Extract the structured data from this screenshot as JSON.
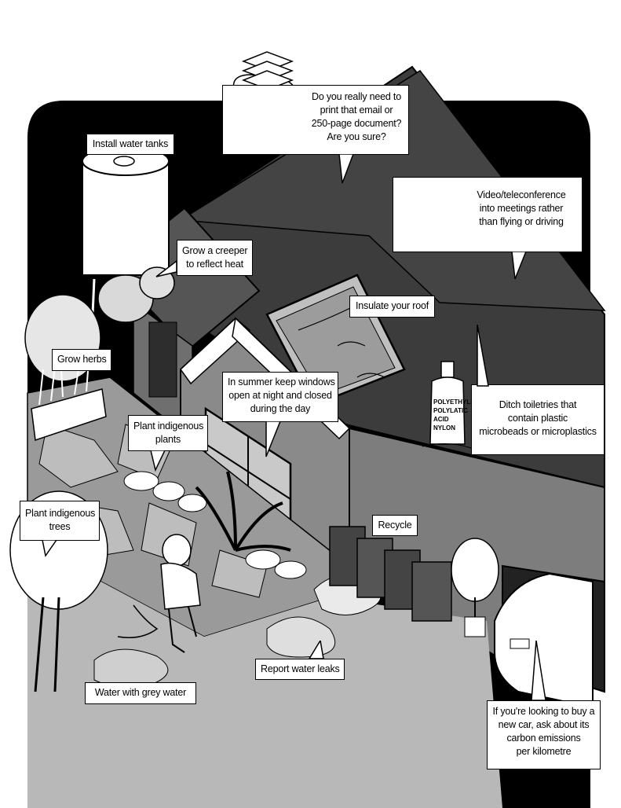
{
  "callouts": {
    "print": [
      "Do you really need to",
      "print that email or",
      "250-page document?",
      "Are you sure?"
    ],
    "water_tanks": [
      "Install water tanks"
    ],
    "teleconference": [
      "Video/teleconference",
      "into meetings rather",
      "than flying or driving"
    ],
    "creeper": [
      "Grow a creeper",
      "to reflect heat"
    ],
    "roof": [
      "Insulate your roof"
    ],
    "herbs": [
      "Grow herbs"
    ],
    "windows": [
      "In summer keep windows",
      "open at night and closed",
      "during the day"
    ],
    "toiletries": [
      "Ditch toiletries that",
      "contain plastic",
      "microbeads or microplastics"
    ],
    "indigenous_plants": [
      "Plant indigenous",
      "plants"
    ],
    "indigenous_trees": [
      "Plant indigenous",
      "trees"
    ],
    "recycle": [
      "Recycle"
    ],
    "grey_water": [
      "Water with grey water"
    ],
    "water_leaks": [
      "Report water leaks"
    ],
    "car": [
      "If you're looking to buy a",
      "new car, ask about its",
      "carbon emissions",
      "per kilometre"
    ]
  },
  "bottle_label": [
    "POLYETHYLE",
    "POLYLATIC",
    "ACID",
    "NYLON"
  ],
  "colors": {
    "night_sky": "#000000",
    "roof": "#3c3c3c",
    "roof_dark": "#2a2a2a",
    "wall": "#8a8a8a",
    "wall_light": "#a5a5a5",
    "paving": "#9a9a9a",
    "ground": "#b8b8b8",
    "outline": "#000000",
    "callout_bg": "#ffffff"
  }
}
